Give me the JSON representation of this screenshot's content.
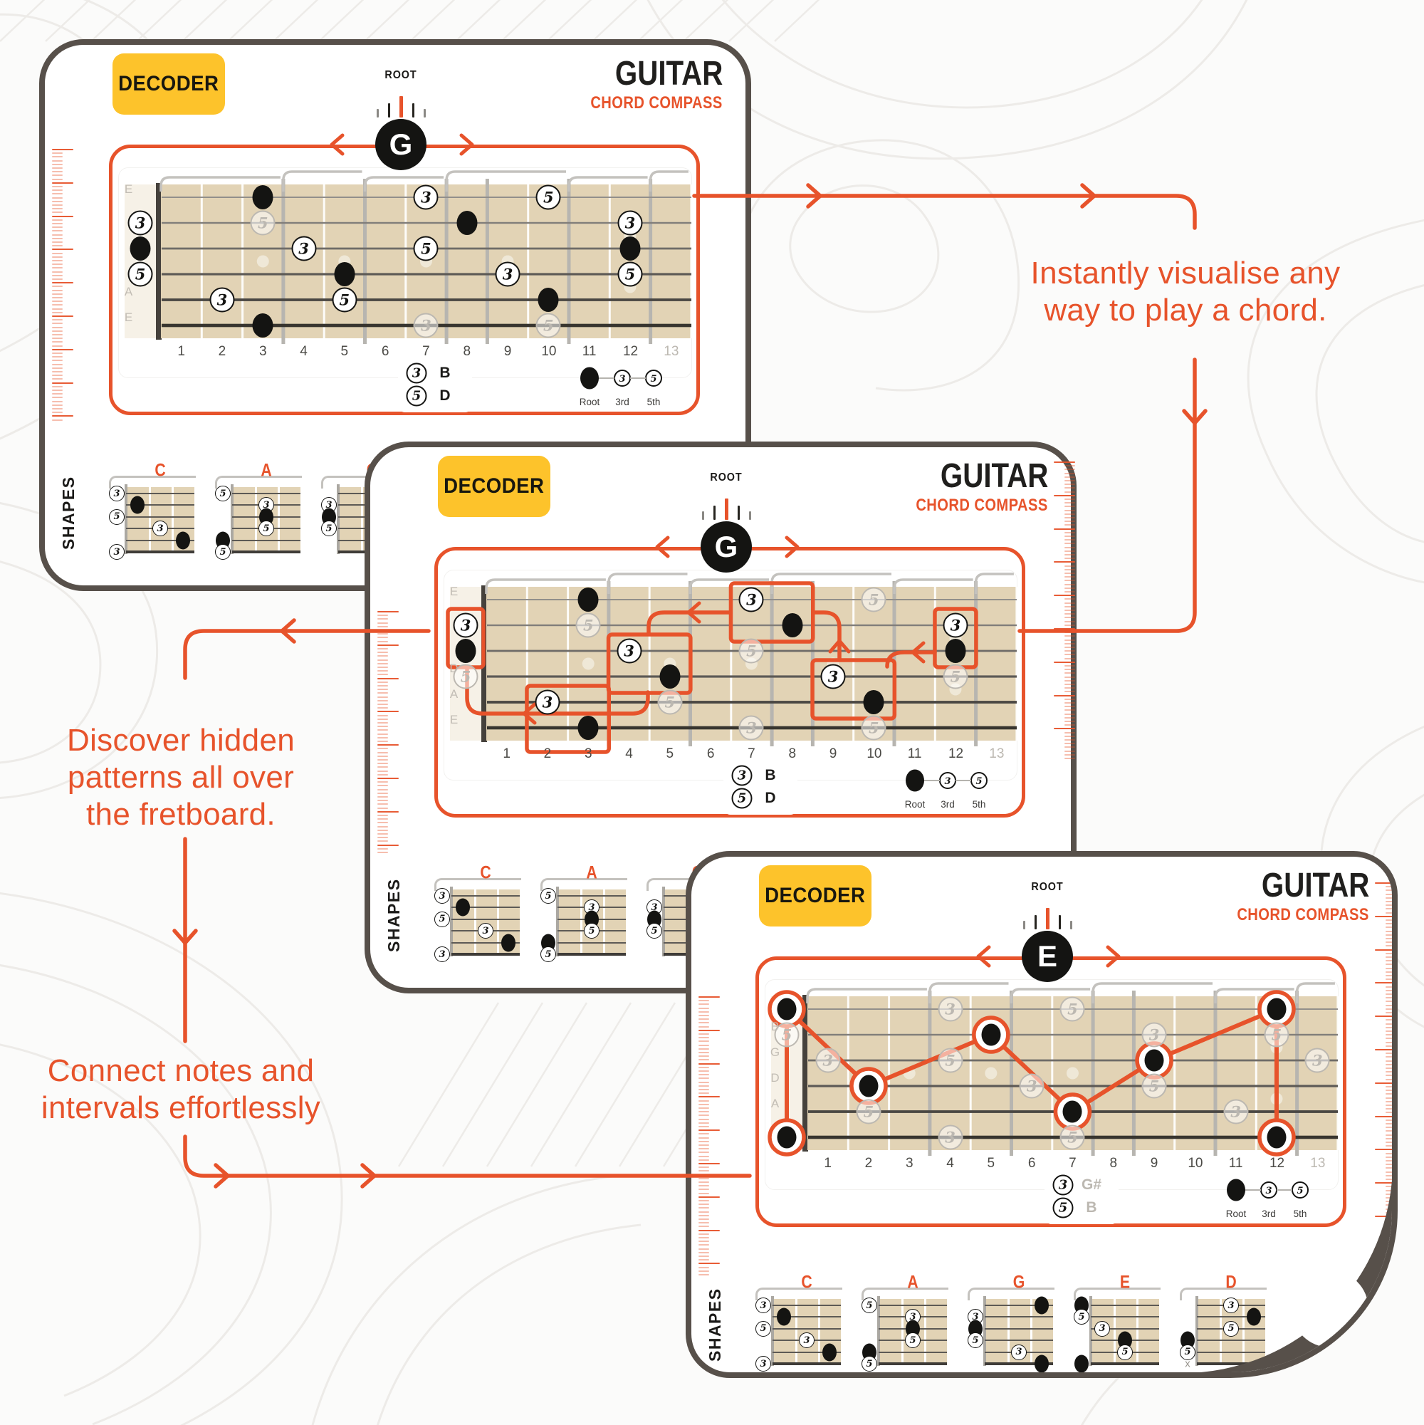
{
  "colors": {
    "orange": "#E7532B",
    "yellow": "#FDC32B",
    "card_border": "#57504A",
    "board_tan": "#E2D3B5",
    "muted": "#BCB8B1",
    "ink": "#141412"
  },
  "annotations": [
    {
      "id": "visualise",
      "lines": [
        "Instantly visualise any",
        "way to play a chord."
      ]
    },
    {
      "id": "discover",
      "lines": [
        "Discover hidden",
        "patterns all over",
        "the fretboard."
      ]
    },
    {
      "id": "connect",
      "lines": [
        "Connect notes and",
        "intervals effortlessly"
      ]
    }
  ],
  "shared": {
    "string_names": [
      "E",
      "B",
      "G",
      "D",
      "A",
      "E"
    ],
    "fret_numbers": [
      "1",
      "2",
      "3",
      "4",
      "5",
      "6",
      "7",
      "8",
      "9",
      "10",
      "11",
      "12",
      "13"
    ],
    "root_legend": {
      "root": "Root",
      "third": "3rd",
      "fifth": "5th",
      "third_num": "3",
      "fifth_num": "5"
    },
    "shapes": [
      {
        "label": "C",
        "open": [
          {
            "s": 1,
            "t": "3"
          },
          {
            "s": 3,
            "t": "5"
          },
          {
            "s": 6,
            "t": "3"
          }
        ],
        "dots": [
          {
            "s": 2,
            "f": 1,
            "t": "root"
          },
          {
            "s": 4,
            "f": 2,
            "t": "3"
          },
          {
            "s": 5,
            "f": 3,
            "t": "root"
          }
        ]
      },
      {
        "label": "A",
        "open": [
          {
            "s": 1,
            "t": "5"
          },
          {
            "s": 5,
            "t": "root"
          },
          {
            "s": 6,
            "t": "5"
          }
        ],
        "dots": [
          {
            "s": 2,
            "f": 2,
            "t": "3"
          },
          {
            "s": 3,
            "f": 2,
            "t": "root"
          },
          {
            "s": 4,
            "f": 2,
            "t": "5"
          }
        ]
      },
      {
        "label": "G",
        "open": [
          {
            "s": 2,
            "t": "3"
          },
          {
            "s": 3,
            "t": "root"
          },
          {
            "s": 4,
            "t": "5"
          }
        ],
        "dots": [
          {
            "s": 1,
            "f": 3,
            "t": "root"
          },
          {
            "s": 5,
            "f": 2,
            "t": "3"
          },
          {
            "s": 6,
            "f": 3,
            "t": "root"
          }
        ]
      },
      {
        "label": "E",
        "open": [
          {
            "s": 1,
            "t": "root"
          },
          {
            "s": 2,
            "t": "5"
          },
          {
            "s": 6,
            "t": "root"
          }
        ],
        "dots": [
          {
            "s": 3,
            "f": 1,
            "t": "3"
          },
          {
            "s": 4,
            "f": 2,
            "t": "root"
          },
          {
            "s": 5,
            "f": 2,
            "t": "5"
          }
        ]
      },
      {
        "label": "D",
        "open": [
          {
            "s": 4,
            "t": "root"
          },
          {
            "s": 5,
            "t": "5"
          },
          {
            "s": 6,
            "t": "x"
          }
        ],
        "dots": [
          {
            "s": 1,
            "f": 2,
            "t": "3"
          },
          {
            "s": 2,
            "f": 3,
            "t": "root"
          },
          {
            "s": 3,
            "f": 2,
            "t": "5"
          }
        ]
      }
    ]
  },
  "cards": [
    {
      "badge": "DECODER",
      "title": "GUITAR",
      "subtitle": "CHORD COMPASS",
      "root_label": "ROOT",
      "chord": "G",
      "shapes_label": "SHAPES",
      "interval_legend": [
        {
          "num": "3",
          "note": "B",
          "muted": false
        },
        {
          "num": "5",
          "note": "D",
          "muted": false
        }
      ],
      "notes": [
        {
          "f": 3,
          "s": 1,
          "t": "root"
        },
        {
          "f": 7,
          "s": 1,
          "t": "3"
        },
        {
          "f": 10,
          "s": 1,
          "t": "5"
        },
        {
          "f": 0,
          "s": 2,
          "t": "3"
        },
        {
          "f": 3,
          "s": 2,
          "t": "5",
          "m": true
        },
        {
          "f": 8,
          "s": 2,
          "t": "root"
        },
        {
          "f": 12,
          "s": 2,
          "t": "3"
        },
        {
          "f": 0,
          "s": 3,
          "t": "root"
        },
        {
          "f": 4,
          "s": 3,
          "t": "3"
        },
        {
          "f": 7,
          "s": 3,
          "t": "5"
        },
        {
          "f": 12,
          "s": 3,
          "t": "root"
        },
        {
          "f": 0,
          "s": 4,
          "t": "5"
        },
        {
          "f": 5,
          "s": 4,
          "t": "root"
        },
        {
          "f": 9,
          "s": 4,
          "t": "3"
        },
        {
          "f": 12,
          "s": 4,
          "t": "5"
        },
        {
          "f": 2,
          "s": 5,
          "t": "3"
        },
        {
          "f": 5,
          "s": 5,
          "t": "5"
        },
        {
          "f": 10,
          "s": 5,
          "t": "root"
        },
        {
          "f": 3,
          "s": 6,
          "t": "root"
        },
        {
          "f": 7,
          "s": 6,
          "t": "3",
          "m": true
        },
        {
          "f": 10,
          "s": 6,
          "t": "5",
          "m": true
        }
      ]
    },
    {
      "badge": "DECODER",
      "title": "GUITAR",
      "subtitle": "CHORD COMPASS",
      "root_label": "ROOT",
      "chord": "G",
      "shapes_label": "SHAPES",
      "interval_legend": [
        {
          "num": "3",
          "note": "B",
          "muted": false
        },
        {
          "num": "5",
          "note": "D",
          "muted": false
        }
      ],
      "notes": [
        {
          "f": 3,
          "s": 1,
          "t": "root"
        },
        {
          "f": 7,
          "s": 1,
          "t": "3"
        },
        {
          "f": 10,
          "s": 1,
          "t": "5",
          "m": true
        },
        {
          "f": 0,
          "s": 2,
          "t": "3"
        },
        {
          "f": 3,
          "s": 2,
          "t": "5",
          "m": true
        },
        {
          "f": 8,
          "s": 2,
          "t": "root"
        },
        {
          "f": 12,
          "s": 2,
          "t": "3"
        },
        {
          "f": 0,
          "s": 3,
          "t": "root"
        },
        {
          "f": 4,
          "s": 3,
          "t": "3"
        },
        {
          "f": 7,
          "s": 3,
          "t": "5",
          "m": true
        },
        {
          "f": 12,
          "s": 3,
          "t": "root"
        },
        {
          "f": 0,
          "s": 4,
          "t": "5",
          "m": true
        },
        {
          "f": 5,
          "s": 4,
          "t": "root"
        },
        {
          "f": 9,
          "s": 4,
          "t": "3"
        },
        {
          "f": 12,
          "s": 4,
          "t": "5",
          "m": true
        },
        {
          "f": 2,
          "s": 5,
          "t": "3"
        },
        {
          "f": 5,
          "s": 5,
          "t": "5",
          "m": true
        },
        {
          "f": 10,
          "s": 5,
          "t": "root"
        },
        {
          "f": 3,
          "s": 6,
          "t": "root"
        },
        {
          "f": 7,
          "s": 6,
          "t": "3",
          "m": true
        },
        {
          "f": 10,
          "s": 6,
          "t": "5",
          "m": true
        }
      ],
      "boxes": [
        {
          "fa": 0,
          "sa": 2,
          "fb": 0,
          "sb": 3
        },
        {
          "fa": 2,
          "sa": 5,
          "fb": 3,
          "sb": 6
        },
        {
          "fa": 4,
          "sa": 3,
          "fb": 5,
          "sb": 4
        },
        {
          "fa": 7,
          "sa": 1,
          "fb": 8,
          "sb": 2
        },
        {
          "fa": 9,
          "sa": 4,
          "fb": 10,
          "sb": 5
        },
        {
          "fa": 12,
          "sa": 2,
          "fb": 12,
          "sb": 3
        }
      ]
    },
    {
      "badge": "DECODER",
      "title": "GUITAR",
      "subtitle": "CHORD COMPASS",
      "root_label": "ROOT",
      "chord": "E",
      "shapes_label": "SHAPES",
      "interval_legend": [
        {
          "num": "3",
          "note": "G#",
          "muted": true
        },
        {
          "num": "5",
          "note": "B",
          "muted": true
        }
      ],
      "notes": [
        {
          "f": 4,
          "s": 1,
          "t": "3",
          "m": true
        },
        {
          "f": 7,
          "s": 1,
          "t": "5",
          "m": true
        },
        {
          "f": 0,
          "s": 2,
          "t": "5",
          "m": true
        },
        {
          "f": 9,
          "s": 2,
          "t": "3",
          "m": true
        },
        {
          "f": 12,
          "s": 2,
          "t": "5",
          "m": true
        },
        {
          "f": 1,
          "s": 3,
          "t": "3",
          "m": true
        },
        {
          "f": 4,
          "s": 3,
          "t": "5",
          "m": true
        },
        {
          "f": 13,
          "s": 3,
          "t": "3",
          "m": true
        },
        {
          "f": 6,
          "s": 4,
          "t": "3",
          "m": true
        },
        {
          "f": 9,
          "s": 4,
          "t": "5",
          "m": true
        },
        {
          "f": 2,
          "s": 5,
          "t": "5",
          "m": true
        },
        {
          "f": 11,
          "s": 5,
          "t": "3",
          "m": true
        },
        {
          "f": 4,
          "s": 6,
          "t": "3",
          "m": true
        },
        {
          "f": 7,
          "s": 6,
          "t": "5",
          "m": true
        }
      ],
      "root_path": [
        [
          0,
          1
        ],
        [
          2,
          4
        ],
        [
          5,
          2
        ],
        [
          7,
          5
        ],
        [
          9,
          3
        ],
        [
          12,
          1
        ],
        [
          12,
          6
        ]
      ],
      "root_pairs": [
        [
          [
            0,
            1
          ],
          [
            0,
            6
          ]
        ]
      ]
    }
  ]
}
